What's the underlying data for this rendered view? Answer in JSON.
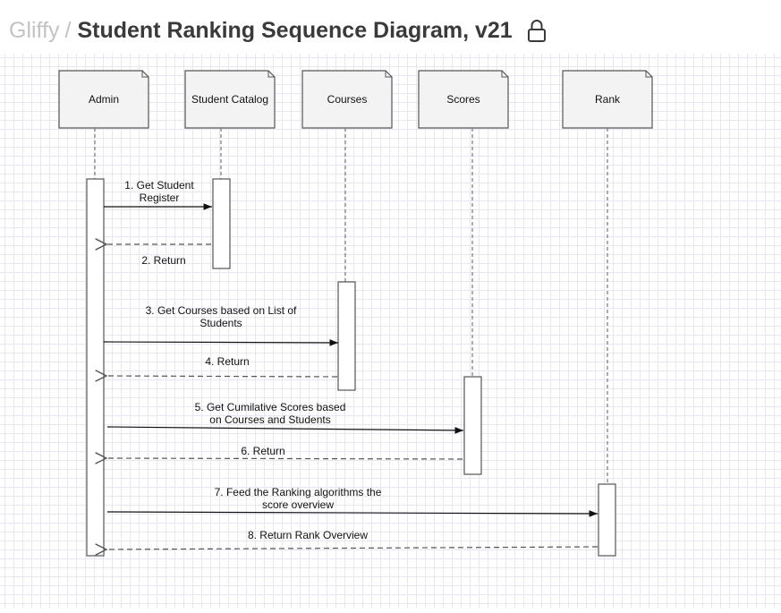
{
  "header": {
    "app_name": "Gliffy",
    "separator": "/",
    "document_title": "Student Ranking Sequence Diagram, v21",
    "lock_icon": "lock-icon"
  },
  "diagram": {
    "participants": [
      {
        "id": "admin",
        "label": "Admin"
      },
      {
        "id": "catalog",
        "label": "Student Catalog"
      },
      {
        "id": "courses",
        "label": "Courses"
      },
      {
        "id": "scores",
        "label": "Scores"
      },
      {
        "id": "rank",
        "label": "Rank"
      }
    ],
    "messages": [
      {
        "id": "m1",
        "lines": [
          "1. Get Student",
          "Register"
        ],
        "from": "admin",
        "to": "catalog",
        "kind": "call"
      },
      {
        "id": "m2",
        "lines": [
          "2. Return"
        ],
        "from": "catalog",
        "to": "admin",
        "kind": "return"
      },
      {
        "id": "m3",
        "lines": [
          "3. Get Courses based on List of",
          "Students"
        ],
        "from": "admin",
        "to": "courses",
        "kind": "call"
      },
      {
        "id": "m4",
        "lines": [
          "4. Return"
        ],
        "from": "courses",
        "to": "admin",
        "kind": "return"
      },
      {
        "id": "m5",
        "lines": [
          "5. Get Cumilative Scores based",
          "on Courses and Students"
        ],
        "from": "admin",
        "to": "scores",
        "kind": "call"
      },
      {
        "id": "m6",
        "lines": [
          "6. Return"
        ],
        "from": "scores",
        "to": "admin",
        "kind": "return"
      },
      {
        "id": "m7",
        "lines": [
          "7. Feed the Ranking algorithms the",
          "score overview"
        ],
        "from": "admin",
        "to": "rank",
        "kind": "call"
      },
      {
        "id": "m8",
        "lines": [
          "8. Return Rank Overview"
        ],
        "from": "rank",
        "to": "admin",
        "kind": "return"
      }
    ]
  },
  "colors": {
    "box_fill": "#f3f3f3",
    "stroke": "#555555",
    "lifeline": "#777777",
    "text": "#111111",
    "title": "#3a3a3a",
    "crumb": "#c3c3c3",
    "grid": "#e7e7f2"
  }
}
